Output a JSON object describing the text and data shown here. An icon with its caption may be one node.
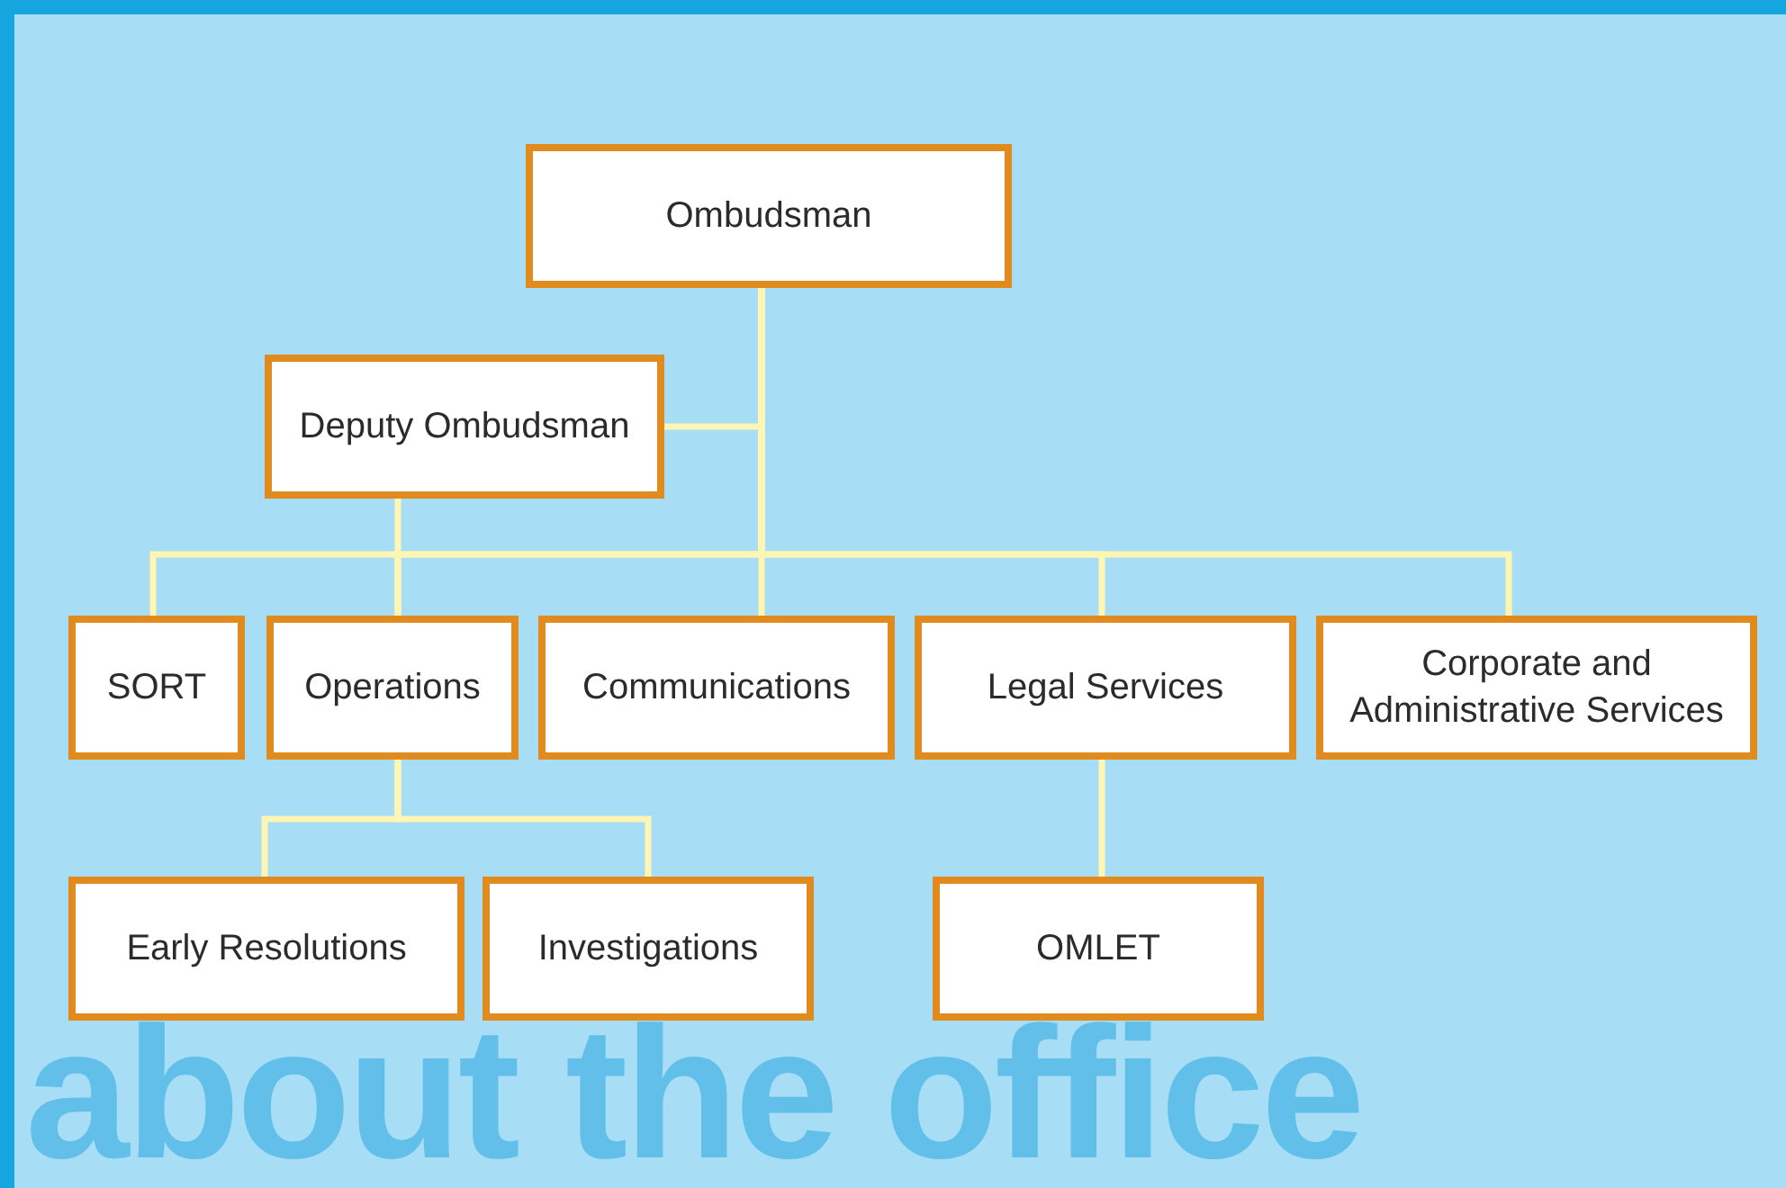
{
  "diagram": {
    "nodes": [
      {
        "text": [
          "Ombudsman"
        ]
      },
      {
        "text": [
          "Deputy Ombudsman"
        ]
      },
      {
        "text": [
          "SORT"
        ]
      },
      {
        "text": [
          "Operations"
        ]
      },
      {
        "text": [
          "Communications"
        ]
      },
      {
        "text": [
          "Legal Services"
        ]
      },
      {
        "text": [
          "Corporate and Administrative Services"
        ]
      },
      {
        "text": [
          "Early Resolutions"
        ]
      },
      {
        "text": [
          "Investigations"
        ]
      },
      {
        "text": [
          "OMLET"
        ]
      }
    ],
    "edges": [
      {
        "from": 0,
        "to": 1,
        "arrow": "none"
      },
      {
        "from": 0,
        "to": 2,
        "arrow": "none"
      },
      {
        "from": 0,
        "to": 3,
        "arrow": "none"
      },
      {
        "from": 0,
        "to": 4,
        "arrow": "none"
      },
      {
        "from": 0,
        "to": 5,
        "arrow": "none"
      },
      {
        "from": 0,
        "to": 6,
        "arrow": "none"
      },
      {
        "from": 1,
        "to": 3,
        "arrow": "none"
      },
      {
        "from": 3,
        "to": 7,
        "arrow": "none"
      },
      {
        "from": 3,
        "to": 8,
        "arrow": "none"
      },
      {
        "from": 5,
        "to": 9,
        "arrow": "none"
      }
    ],
    "labels": [
      "about the office"
    ]
  }
}
